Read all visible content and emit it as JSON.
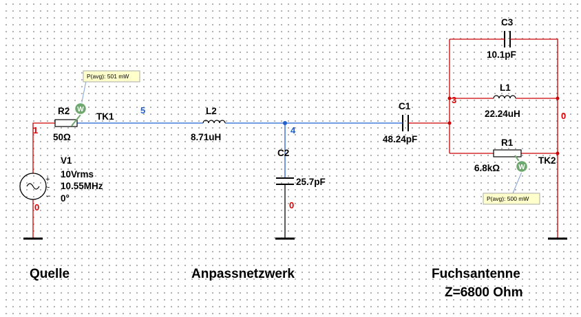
{
  "colors": {
    "wire_red": "#cc0000",
    "wire_blue": "#1f5fd0",
    "wire_black": "#000000",
    "node_red": "#dd0000",
    "node_blue": "#1f5fd0",
    "probe_green": "#6fa86f",
    "probe_box": "#ffffcc"
  },
  "components": {
    "V1": {
      "name": "V1",
      "amplitude": "10Vrms",
      "frequency": "10.55MHz",
      "phase": "0°"
    },
    "R2": {
      "name": "R2",
      "value": "50Ω"
    },
    "L2": {
      "name": "L2",
      "value": "8.71uH"
    },
    "C2": {
      "name": "C2",
      "value": "25.7pF"
    },
    "C1": {
      "name": "C1",
      "value": "48.24pF"
    },
    "C3": {
      "name": "C3",
      "value": "10.1pF"
    },
    "L1": {
      "name": "L1",
      "value": "22.24uH"
    },
    "R1": {
      "name": "R1",
      "value": "6.8kΩ"
    }
  },
  "probes": {
    "TK1": {
      "name": "TK1",
      "reading": "P(avg): 501 mW"
    },
    "TK2": {
      "name": "TK2",
      "reading": "P(avg): 500 mW"
    }
  },
  "nodes": {
    "n1": "1",
    "n5": "5",
    "n4": "4",
    "n3": "3",
    "gnd_source": "0",
    "gnd_c2": "0",
    "gnd_antenna": "0"
  },
  "sections": {
    "source": "Quelle",
    "network": "Anpassnetzwerk",
    "antenna": "Fuchsantenne",
    "impedance": "Z=6800 Ohm"
  }
}
